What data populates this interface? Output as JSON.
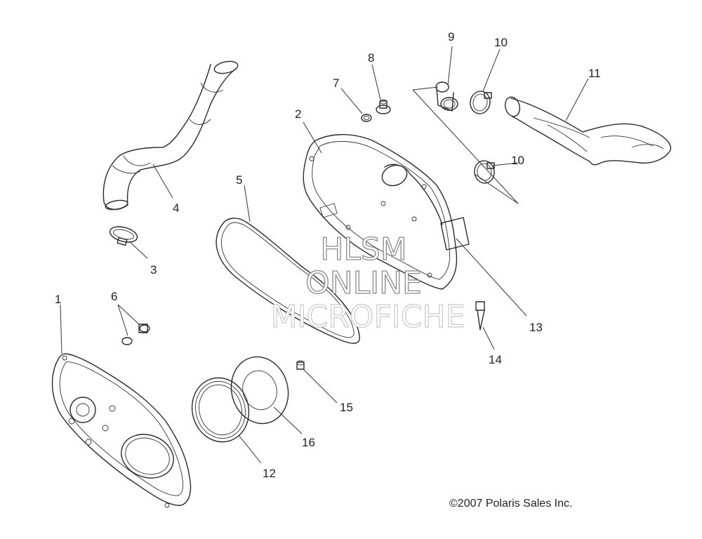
{
  "labels": {
    "l1": "1",
    "l2": "2",
    "l3": "3",
    "l4": "4",
    "l5": "5",
    "l6": "6",
    "l7": "7",
    "l8": "8",
    "l9": "9",
    "l10a": "10",
    "l10b": "10",
    "l11": "11",
    "l12": "12",
    "l13": "13",
    "l14": "14",
    "l15": "15",
    "l16": "16"
  },
  "watermark": {
    "line1": "HLSM",
    "line2": "ONLINE",
    "line3": "MICROFICHE"
  },
  "copyright": "©2007 Polaris Sales Inc."
}
